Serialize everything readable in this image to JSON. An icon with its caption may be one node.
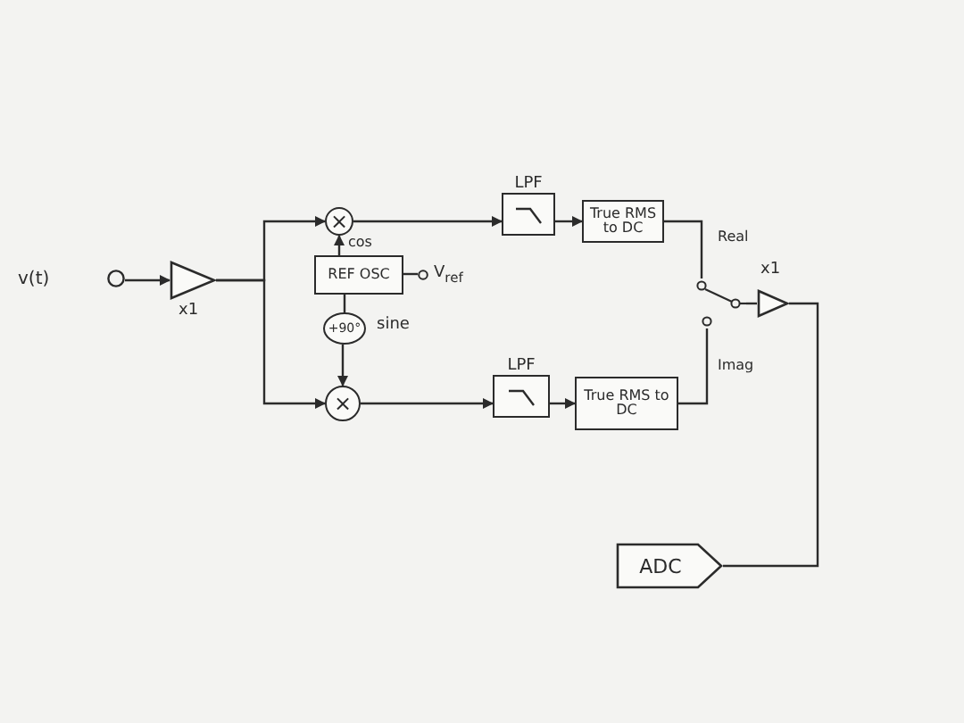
{
  "diagram": {
    "nodes": [
      {
        "text": [
          "v(t)"
        ]
      },
      {
        "text": [],
        "shape": "triangle",
        "beside": [
          "x1"
        ]
      },
      {
        "text": [
          "×"
        ]
      },
      {
        "text": [
          "REF OSC"
        ]
      },
      {
        "text": [
          "+90°"
        ],
        "beside": [
          "sine"
        ]
      },
      {
        "text": [
          "×"
        ]
      },
      {
        "text": [
          "V$_{ref}$"
        ]
      },
      {
        "text": [
          "LPF"
        ]
      },
      {
        "text": [
          "True RMS to DC"
        ]
      },
      {
        "text": [
          "LPF"
        ]
      },
      {
        "text": [
          "True RMS to DC"
        ]
      },
      {
        "text": [],
        "shape": "switch"
      },
      {
        "text": [],
        "shape": "triangle",
        "beside": [
          "x1"
        ]
      },
      {
        "text": [
          "ADC"
        ]
      }
    ],
    "edges": [
      {
        "from": 0,
        "to": 1,
        "arrow": "to"
      },
      {
        "from": 1,
        "to": 2,
        "arrow": "to"
      },
      {
        "from": 1,
        "to": 5,
        "arrow": "to"
      },
      {
        "from": 3,
        "to": 2,
        "arrow": "to",
        "label": "cos"
      },
      {
        "from": 3,
        "to": 6,
        "arrow": "none"
      },
      {
        "from": 3,
        "to": 4,
        "arrow": "none"
      },
      {
        "from": 4,
        "to": 5,
        "arrow": "to"
      },
      {
        "from": 2,
        "to": 7,
        "arrow": "to"
      },
      {
        "from": 7,
        "to": 8,
        "arrow": "to"
      },
      {
        "from": 5,
        "to": 9,
        "arrow": "to"
      },
      {
        "from": 9,
        "to": 10,
        "arrow": "to"
      },
      {
        "from": 8,
        "to": 11,
        "arrow": "none",
        "label": "Real"
      },
      {
        "from": 10,
        "to": 11,
        "arrow": "none",
        "label": "Imag"
      },
      {
        "from": 11,
        "to": 12,
        "arrow": "none"
      },
      {
        "from": 12,
        "to": 13,
        "arrow": "none"
      }
    ]
  }
}
